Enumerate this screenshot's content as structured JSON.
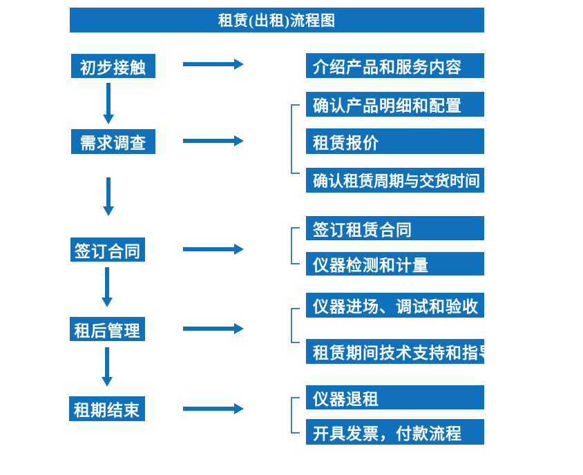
{
  "title": "租赁(出租)流程图",
  "colors": {
    "primary": "#0F70BC",
    "bracket": "#3D7EBF",
    "box-text": "#FFFFFF",
    "canvas-bg": "#FFFFFF"
  },
  "stages": [
    {
      "label": "初步接触",
      "outputs": [
        "介绍产品和服务内容"
      ]
    },
    {
      "label": "需求调查",
      "outputs": [
        "确认产品明细和配置",
        "租赁报价",
        "确认租赁周期与交货时间"
      ]
    },
    {
      "label": "签订合同",
      "outputs": [
        "签订租赁合同",
        "仪器检测和计量"
      ]
    },
    {
      "label": "租后管理",
      "outputs": [
        "仪器进场、调试和验收",
        "租赁期间技术支持和指导"
      ]
    },
    {
      "label": "租期结束",
      "outputs": [
        "仪器退租",
        "开具发票，付款流程"
      ]
    }
  ]
}
